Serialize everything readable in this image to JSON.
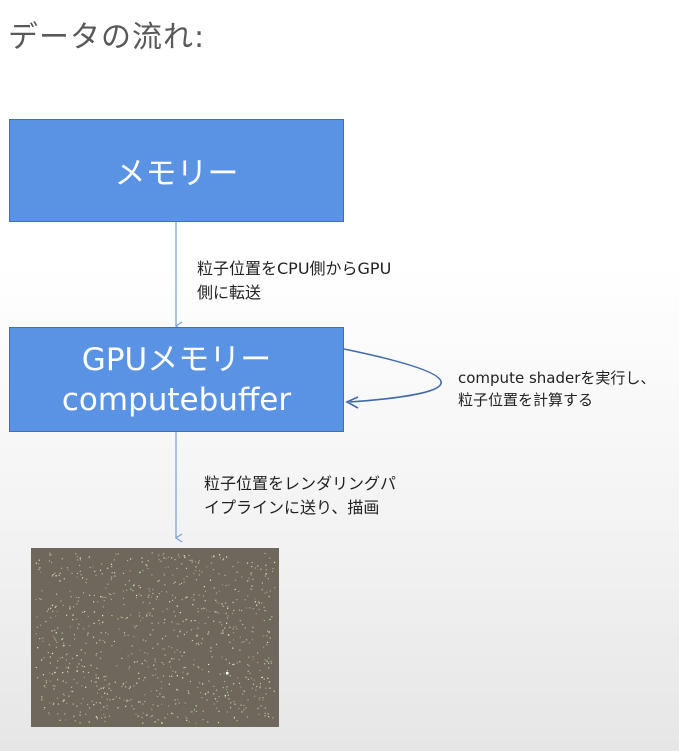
{
  "title": "データの流れ:",
  "nodes": {
    "memory": {
      "label": "メモリー"
    },
    "gpu_memory": {
      "line1": "GPUメモリー",
      "line2": "computebuffer"
    }
  },
  "edges": {
    "to_gpu": {
      "line1": "粒子位置をCPU側からGPU",
      "line2": "側に転送"
    },
    "compute_loop": {
      "line1": "compute shaderを実行し、",
      "line2": "粒子位置を計算する"
    },
    "to_render": {
      "line1": "粒子位置をレンダリングパ",
      "line2": "イプラインに送り、描画"
    }
  },
  "colors": {
    "box_fill": "#5b93e4",
    "box_border": "#3e6fb8",
    "arrow": "#7ea4d6",
    "loop_arrow": "#3f6aa8",
    "render_background": "#6e675c"
  }
}
